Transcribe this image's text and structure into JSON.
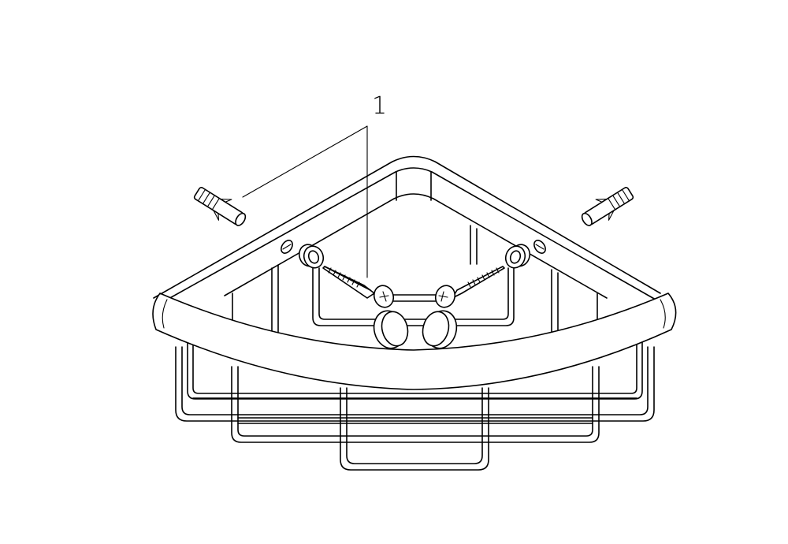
{
  "diagram": {
    "subject": "corner shower basket wall-mounting assembly",
    "callouts": [
      {
        "id": "callout-1",
        "label": "1",
        "refers_to": "wall plugs and screws"
      }
    ],
    "parts": [
      {
        "name": "corner-basket"
      },
      {
        "name": "wall-plug",
        "count": 2
      },
      {
        "name": "wood-screw",
        "count": 2
      },
      {
        "name": "threaded-spacer",
        "count": 2
      },
      {
        "name": "cover-cap",
        "count": 2
      }
    ],
    "colors": {
      "line": "#000000",
      "background": "#ffffff"
    }
  }
}
